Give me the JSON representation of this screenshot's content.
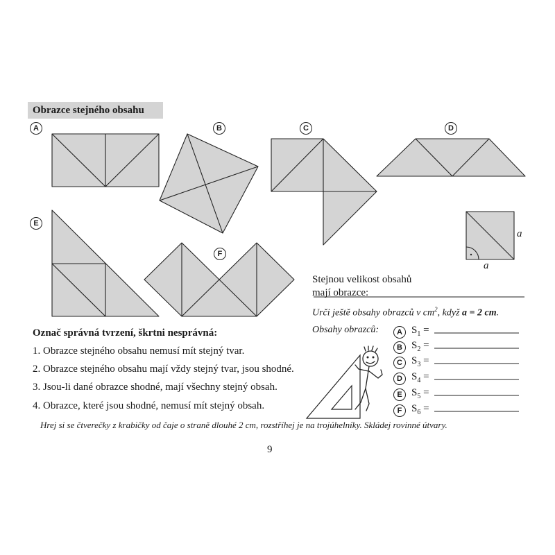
{
  "section": {
    "heading": "Obrazce stejného obsahu"
  },
  "figures": {
    "labels": [
      "A",
      "B",
      "C",
      "D",
      "E",
      "F"
    ]
  },
  "side_square": {
    "side_label_right": "a",
    "side_label_bottom": "a"
  },
  "same_area": {
    "line1": "Stejnou velikost obsahů",
    "line2": "mají  obrazce:",
    "instruction_prefix": "Urči ještě obsahy obrazců v cm",
    "instruction_sup": "2",
    "instruction_mid": ", když ",
    "instruction_bold": "a = 2 cm",
    "instruction_end": ".",
    "areas_label": "Obsahy obrazců:",
    "areas": [
      {
        "letter": "A",
        "symbol": "S",
        "sub": "1",
        "eq": "="
      },
      {
        "letter": "B",
        "symbol": "S",
        "sub": "2",
        "eq": "="
      },
      {
        "letter": "C",
        "symbol": "S",
        "sub": "3",
        "eq": "="
      },
      {
        "letter": "D",
        "symbol": "S",
        "sub": "4",
        "eq": "="
      },
      {
        "letter": "E",
        "symbol": "S",
        "sub": "5",
        "eq": "="
      },
      {
        "letter": "F",
        "symbol": "S",
        "sub": "6",
        "eq": "="
      }
    ]
  },
  "statements": {
    "title": "Označ správná tvrzení, škrtni nesprávná:",
    "items": [
      "1.  Obrazce stejného obsahu nemusí mít stejný tvar.",
      "2.  Obrazce stejného obsahu mají vždy stejný tvar, jsou shodné.",
      "3.  Jsou-li dané obrazce shodné, mají všechny stejný obsah.",
      "4.  Obrazce, které jsou shodné, nemusí mít stejný obsah."
    ]
  },
  "footer_note": "Hrej si se čtverečky z krabičky od čaje o straně dlouhé 2 cm, rozstříhej je na trojúhelníky. Skládej rovinné útvary.",
  "page_number": "9",
  "colors": {
    "figure_fill": "#d4d4d4",
    "stroke": "#222222",
    "heading_bg": "#d4d4d4"
  }
}
